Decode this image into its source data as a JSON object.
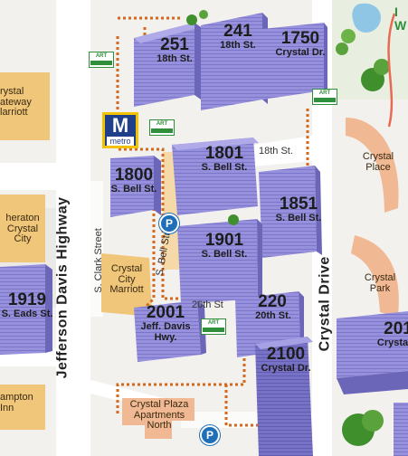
{
  "buildings": [
    {
      "num": "251",
      "street": "18th St."
    },
    {
      "num": "241",
      "street": "18th St."
    },
    {
      "num": "1750",
      "street": "Crystal Dr."
    },
    {
      "num": "1800",
      "street": "S. Bell St."
    },
    {
      "num": "1801",
      "street": "S. Bell St."
    },
    {
      "num": "1851",
      "street": "S. Bell St."
    },
    {
      "num": "1901",
      "street": "S. Bell St."
    },
    {
      "num": "1919",
      "street": "S. Eads St."
    },
    {
      "num": "2001",
      "street": "Jeff. Davis Hwy."
    },
    {
      "num": "220",
      "street": "20th St."
    },
    {
      "num": "2100",
      "street": "Crystal Dr."
    },
    {
      "num": "201",
      "street": "Crysta"
    }
  ],
  "roads": {
    "jefferson_davis": "Jefferson Davis Highway",
    "crystal_drive": "Crystal Drive",
    "clark": "S. Clark Street",
    "bell": "S. Bell Street",
    "eighteenth": "18th St.",
    "twentieth": "20th St"
  },
  "places": {
    "gateway_marriott": "rystal\nateway\nlarriott",
    "sheraton": "heraton\nCrystal\nCity",
    "crystal_city_marriott": "Crystal\nCity\nMarriott",
    "hampton": "ampton\nInn",
    "crystal_plaza": "Crystal Plaza\nApartments\nNorth",
    "crystal_place": "Crystal\nPlace",
    "crystal_park": "Crystal\nPark",
    "corner_text": "I\nW"
  },
  "markers": {
    "metro_letter": "M",
    "metro_word": "metro",
    "art_label": "ART",
    "parking_letter": "P"
  },
  "colors": {
    "building": "#8f89d8",
    "building_dark": "#6c66b8",
    "road": "#ffffff",
    "ground": "#f3f1ee",
    "hotel": "#f0c77a",
    "plaza": "#f0b893",
    "park": "#6cb44a",
    "path": "#d2691e"
  }
}
